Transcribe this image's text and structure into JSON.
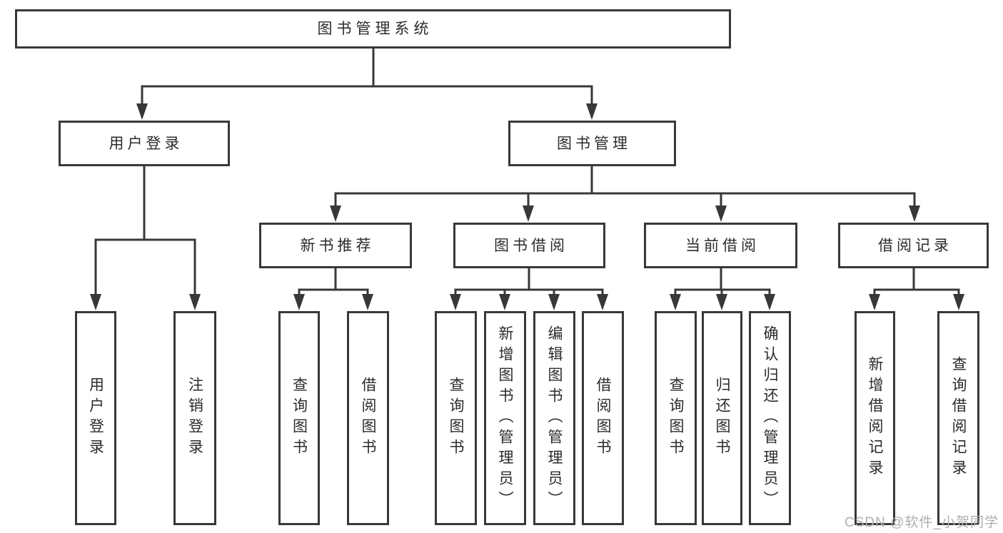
{
  "diagram": {
    "root": {
      "label": "图书管理系统"
    },
    "level2": [
      {
        "label": "用户登录"
      },
      {
        "label": "图书管理"
      }
    ],
    "level3": [
      {
        "label": "新书推荐"
      },
      {
        "label": "图书借阅"
      },
      {
        "label": "当前借阅"
      },
      {
        "label": "借阅记录"
      }
    ],
    "leaves": {
      "user_login": [
        "用户登录",
        "注销登录"
      ],
      "new_books": [
        "查询图书",
        "借阅图书"
      ],
      "book_borrow": [
        "查询图书",
        "新增图书（管理员）",
        "编辑图书（管理员）",
        "借阅图书"
      ],
      "current_borrow": [
        "查询图书",
        "归还图书",
        "确认归还（管理员）"
      ],
      "borrow_records": [
        "新增借阅记录",
        "查询借阅记录"
      ]
    },
    "colors": {
      "line": "#383838",
      "text": "#2b2b2b",
      "background": "#ffffff",
      "watermark": "#aeaeae"
    }
  },
  "watermark": {
    "text": "CSDN @软件_小贺同学"
  }
}
